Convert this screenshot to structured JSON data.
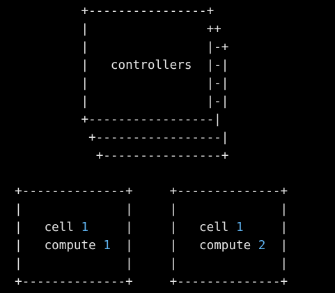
{
  "colors": {
    "background": "#000000",
    "text": "#e6e6e6",
    "number": "#5fb3f0"
  },
  "controllers": {
    "label": "controllers"
  },
  "cells": [
    {
      "cell_label": "cell",
      "cell_number": "1",
      "compute_label": "compute",
      "compute_number": "1"
    },
    {
      "cell_label": "cell",
      "cell_number": "1",
      "compute_label": "compute",
      "compute_number": "2"
    }
  ]
}
